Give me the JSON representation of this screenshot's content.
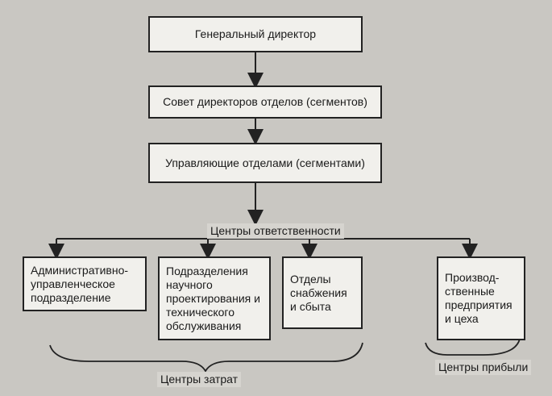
{
  "diagram": {
    "nodes": {
      "general_director": "Генеральный директор",
      "board": "Совет директоров отделов (сегментов)",
      "managers": "Управляющие отделами (сегментами)",
      "admin": "Административно-управленческое подразделение",
      "research": "Подразделения научного проектирования и технического обслуживания",
      "supply": "Отделы снабжения и сбыта",
      "production": "Производ-ственные предприятия и цеха"
    },
    "labels": {
      "responsibility_centers": "Центры ответственности",
      "cost_centers": "Центры затрат",
      "profit_centers": "Центры прибыли"
    },
    "colors": {
      "box_fill": "#f1f0ec",
      "line": "#222222",
      "background": "#c9c7c2"
    }
  }
}
